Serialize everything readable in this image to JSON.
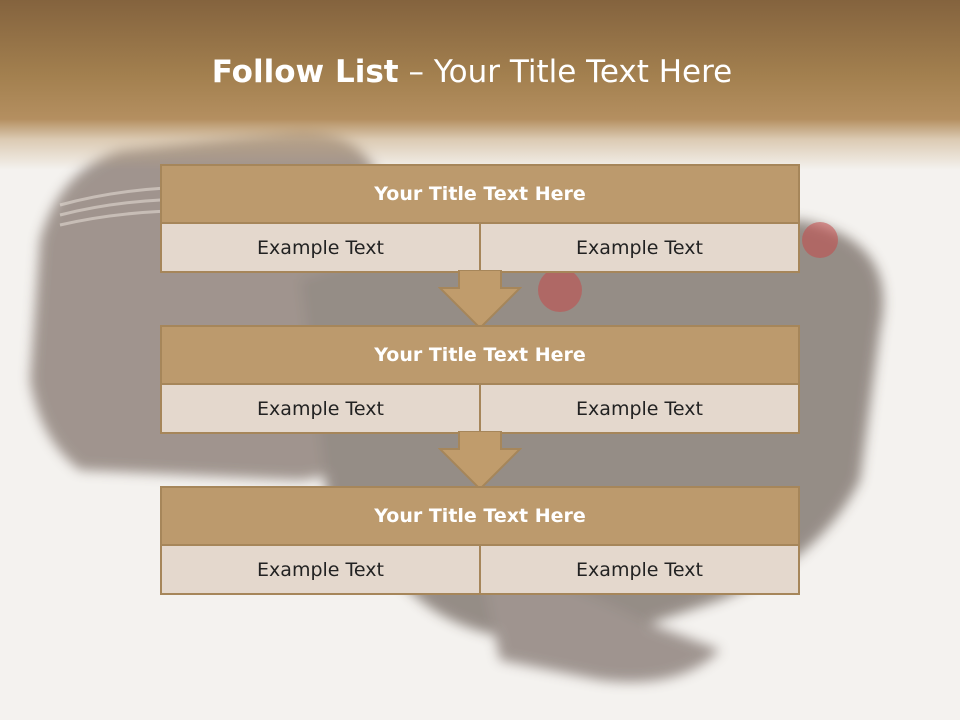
{
  "slide": {
    "title_bold": "Follow List",
    "title_rest": " – Your Title Text Here"
  },
  "boxes": [
    {
      "title": "Your Title Text Here",
      "left": "Example Text",
      "right": "Example Text"
    },
    {
      "title": "Your Title Text Here",
      "left": "Example Text",
      "right": "Example Text"
    },
    {
      "title": "Your Title Text Here",
      "left": "Example Text",
      "right": "Example Text"
    }
  ],
  "colors": {
    "header_brown": "#84633e",
    "box_title_fill": "#bc9a6d",
    "box_body_fill": "#e4d8cd",
    "border": "#a6865a",
    "arrow_fill": "#c09c6c"
  },
  "arrows": [
    {
      "icon": "down-arrow-icon"
    },
    {
      "icon": "down-arrow-icon"
    }
  ]
}
